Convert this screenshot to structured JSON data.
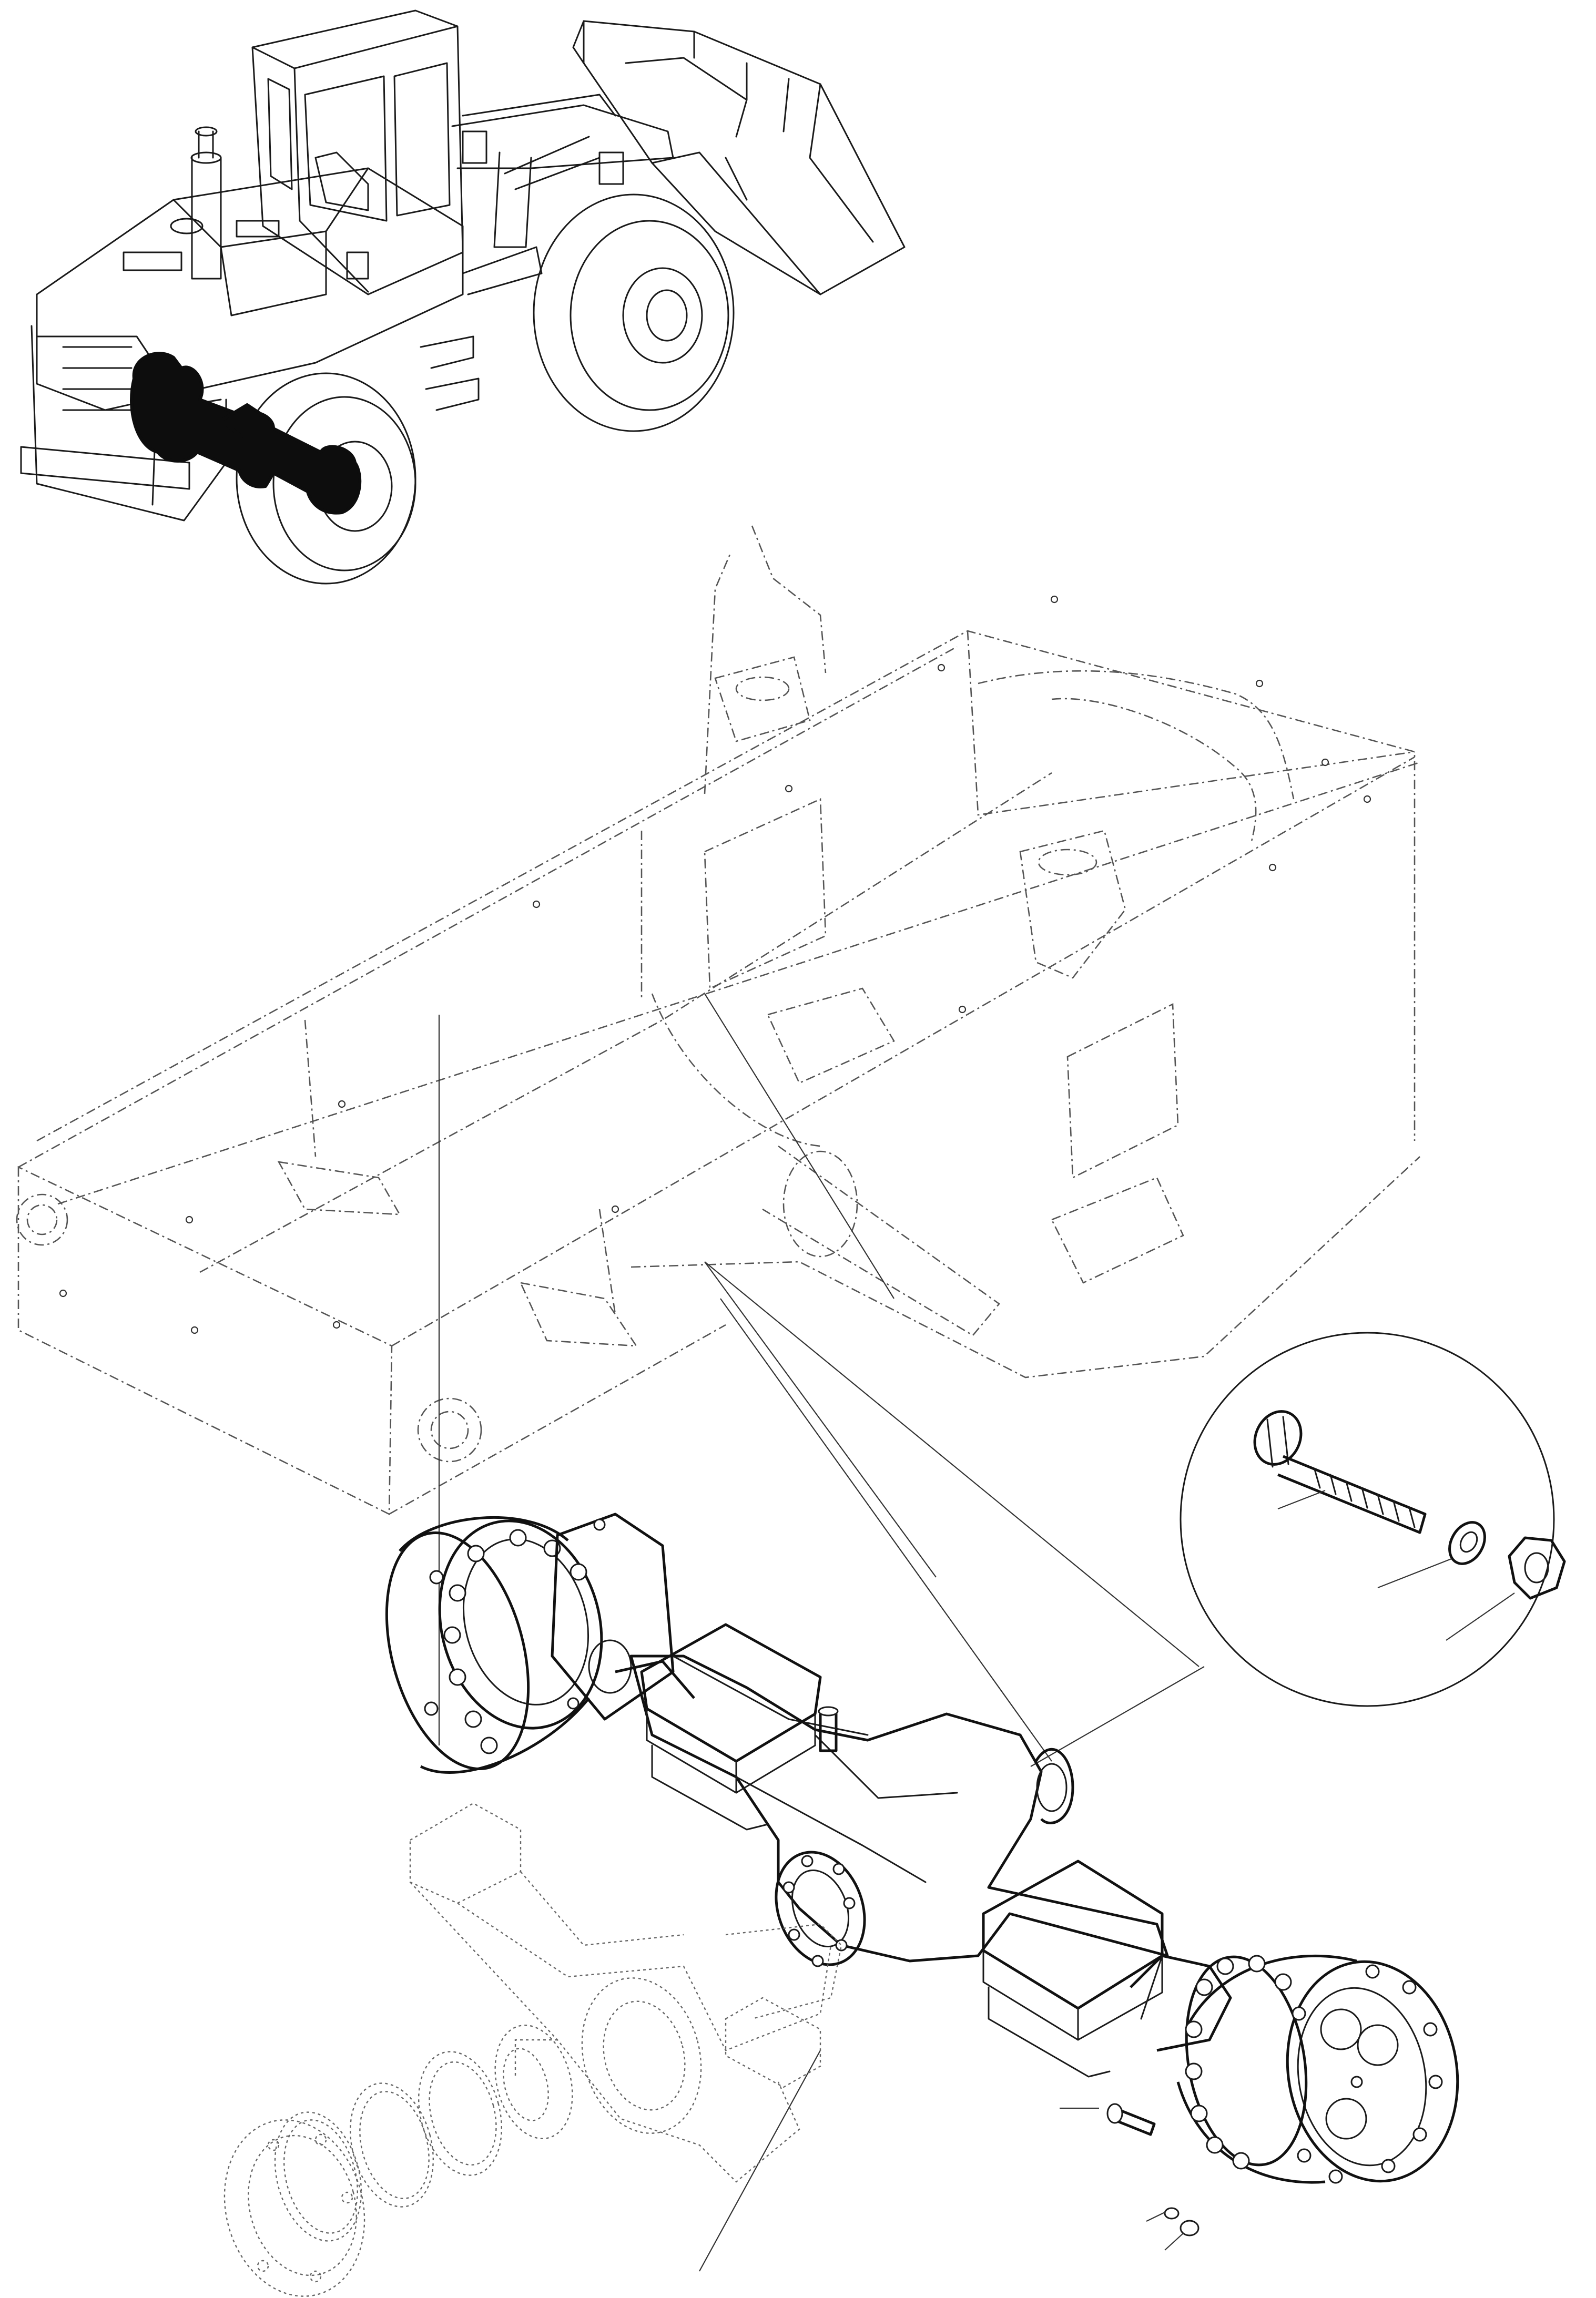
{
  "figure": {
    "type": "exploded-parts-drawing",
    "subject": "wheel-loader-front-axle",
    "views": [
      "locator-machine",
      "frame",
      "axle-assembly",
      "mounting-bolt-detail"
    ],
    "ink_color": "#111111",
    "background_color": "#ffffff",
    "highlight_color": "#000000"
  }
}
